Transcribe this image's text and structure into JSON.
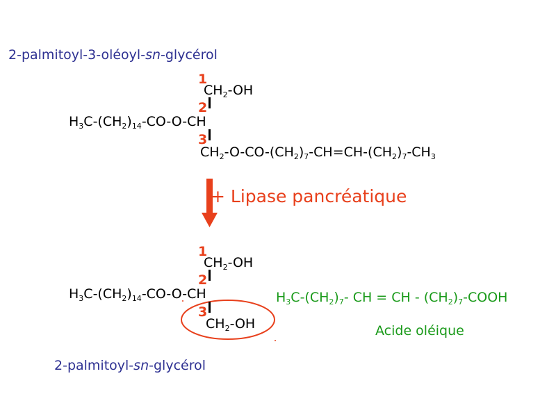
{
  "colors": {
    "name_text": "#2e3192",
    "position_numbers": "#e8401c",
    "enzyme": "#e8401c",
    "arrow": "#e8401c",
    "product": "#1a9a1a",
    "circle": "#e8401c"
  },
  "substrate": {
    "name_part1": "2-palmitoyl-3-oléoyl-",
    "name_italic": "sn",
    "name_part2": "-glycérol",
    "pos1": "1",
    "pos2": "2",
    "pos3": "3",
    "c1_a": "CH",
    "c1_sub": "2",
    "c1_b": "-OH",
    "c2_a": "H",
    "c2_sub1": "3",
    "c2_b": "C-(CH",
    "c2_sub2": "2",
    "c2_c": ")",
    "c2_sub3": "14",
    "c2_d": "-CO-O-CH",
    "c3_a": "CH",
    "c3_sub1": "2",
    "c3_b": "-O-CO-(CH",
    "c3_sub2": "2",
    "c3_c": ")",
    "c3_sub3": "7",
    "c3_d": "-CH=CH-(CH",
    "c3_sub4": "2",
    "c3_e": ")",
    "c3_sub5": "7",
    "c3_f": "-CH",
    "c3_sub6": "3"
  },
  "enzyme": {
    "label": "+ Lipase pancréatique",
    "arrow_icon": "down-arrow-icon"
  },
  "product": {
    "name_part1": "2-palmitoyl-",
    "name_italic": "sn",
    "name_part2": "-glycérol",
    "pos1": "1",
    "pos2": "2",
    "pos3": "3",
    "c1_a": "CH",
    "c1_sub": "2",
    "c1_b": "-OH",
    "c2_a": "H",
    "c2_sub1": "3",
    "c2_b": "C-(CH",
    "c2_sub2": "2",
    "c2_c": ")",
    "c2_sub3": "14",
    "c2_d": "-CO-O-CH",
    "c3_a": "CH",
    "c3_sub": "2",
    "c3_b": "-OH"
  },
  "oleic_acid": {
    "f_a": "H",
    "f_sub1": "3",
    "f_b": "C-(CH",
    "f_sub2": "2",
    "f_c": ")",
    "f_sub3": "7",
    "f_d": "- CH = CH - (CH",
    "f_sub4": "2",
    "f_e": ")",
    "f_sub5": "7",
    "f_f": "-COOH",
    "name": "Acide oléique"
  }
}
